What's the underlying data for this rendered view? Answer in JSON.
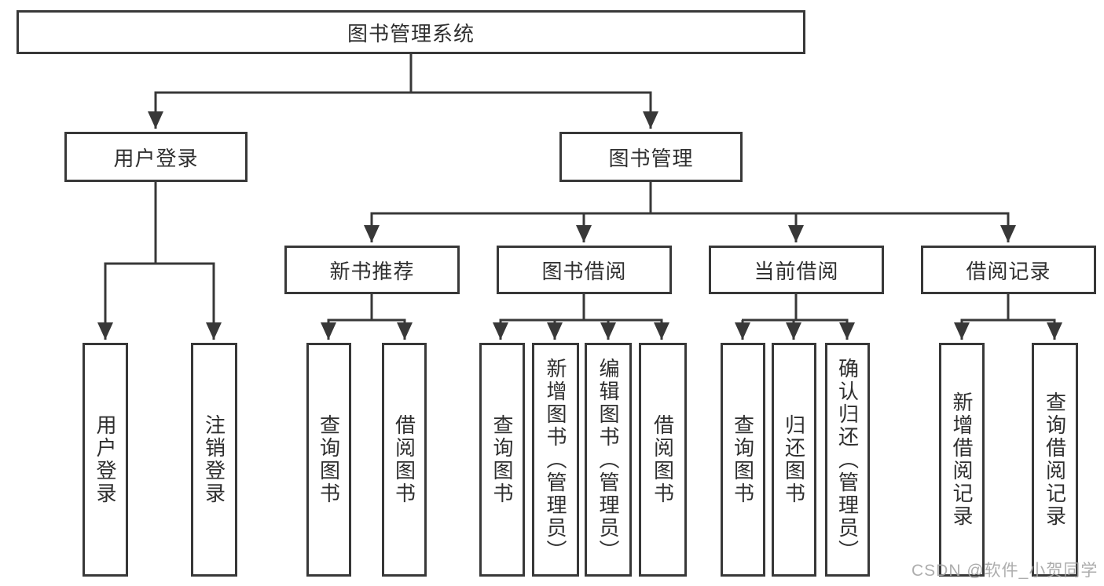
{
  "tree": {
    "root": {
      "label": "图书管理系统",
      "children": [
        {
          "label": "用户登录",
          "children": [
            {
              "label": "用户登录"
            },
            {
              "label": "注销登录"
            }
          ]
        },
        {
          "label": "图书管理",
          "children": [
            {
              "label": "新书推荐",
              "children": [
                {
                  "label": "查询图书"
                },
                {
                  "label": "借阅图书"
                }
              ]
            },
            {
              "label": "图书借阅",
              "children": [
                {
                  "label": "查询图书"
                },
                {
                  "label": "新增图书（管理员）"
                },
                {
                  "label": "编辑图书（管理员）"
                },
                {
                  "label": "借阅图书"
                }
              ]
            },
            {
              "label": "当前借阅",
              "children": [
                {
                  "label": "查询图书"
                },
                {
                  "label": "归还图书"
                },
                {
                  "label": "确认归还（管理员）"
                }
              ]
            },
            {
              "label": "借阅记录",
              "children": [
                {
                  "label": "新增借阅记录"
                },
                {
                  "label": "查询借阅记录"
                }
              ]
            }
          ]
        }
      ]
    }
  },
  "watermark": {
    "text": "CSDN @软件_小贺同学"
  },
  "colors": {
    "line": "#383838",
    "text": "#2f2f2f",
    "watermark": "#a4a4a4",
    "background": "#ffffff"
  }
}
